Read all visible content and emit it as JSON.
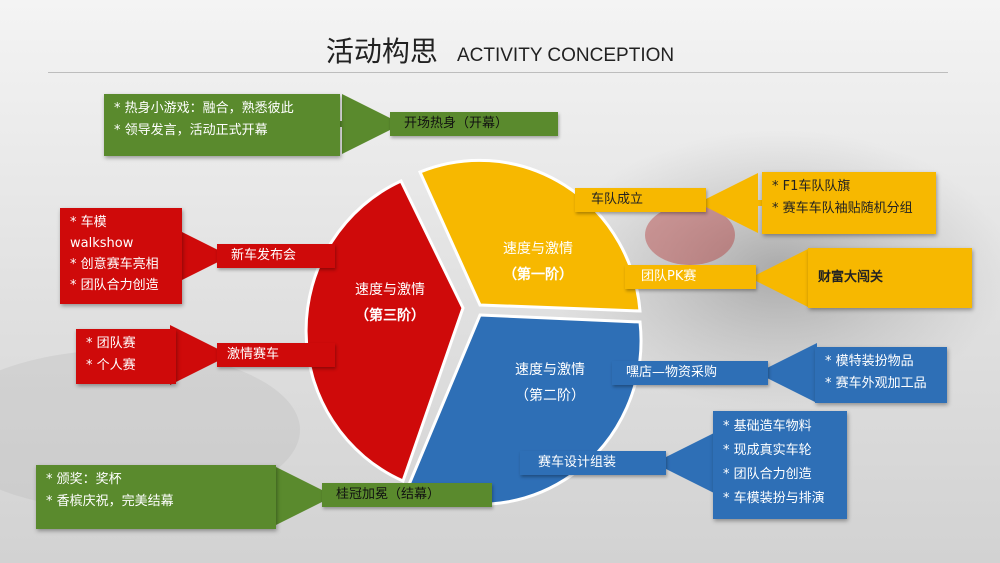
{
  "header": {
    "title": "活动构思",
    "subtitle": "ACTIVITY CONCEPTION"
  },
  "colors": {
    "red": "#cf0a0a",
    "yellow": "#f7b800",
    "blue": "#2e6fb6",
    "green": "#5a8a2d"
  },
  "pie": {
    "phase1": {
      "title": "速度与激情",
      "stage": "（第一阶）"
    },
    "phase2": {
      "title": "速度与激情",
      "stage": "（第二阶）"
    },
    "phase3": {
      "title": "速度与激情",
      "stage": "（第三阶）"
    }
  },
  "labels": {
    "opening": "开场热身（开幕）",
    "team_setup": "车队成立",
    "team_pk": "团队PK赛",
    "new_car_launch": "新车发布会",
    "passion_race": "激情赛车",
    "shop_purchase": "嘿店—物资采购",
    "car_design": "赛车设计组装",
    "crowning": "桂冠加冕（结幕）"
  },
  "boxes": {
    "opening_details": [
      "* 热身小游戏：融合，熟悉彼此",
      "* 领导发言，活动正式开幕"
    ],
    "team_setup_details": [
      "* F1车队队旗",
      "* 赛车车队袖贴随机分组"
    ],
    "team_pk_details": [
      "财富大闯关"
    ],
    "launch_details": [
      "* 车模",
      "walkshow",
      "* 创意赛车亮相",
      "* 团队合力创造"
    ],
    "race_details": [
      "* 团队赛",
      "* 个人赛"
    ],
    "shop_details": [
      "* 模特装扮物品",
      "* 赛车外观加工品"
    ],
    "design_details": [
      "* 基础造车物料",
      "* 现成真实车轮",
      "* 团队合力创造",
      "* 车模装扮与排演"
    ],
    "crowning_details": [
      "* 颁奖：奖杯",
      "* 香槟庆祝，完美结幕"
    ]
  }
}
